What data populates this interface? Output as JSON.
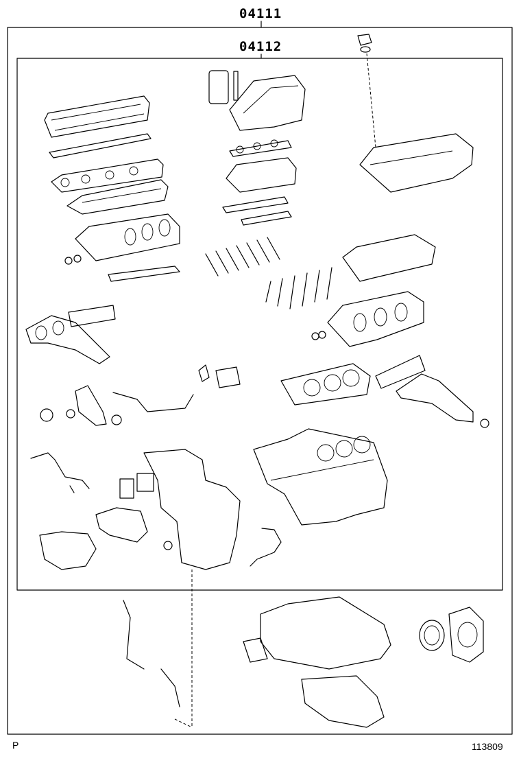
{
  "labels": {
    "outer_kit": "04111",
    "inner_kit": "04112"
  },
  "footer": {
    "left_code": "P",
    "diagram_number": "113809"
  }
}
